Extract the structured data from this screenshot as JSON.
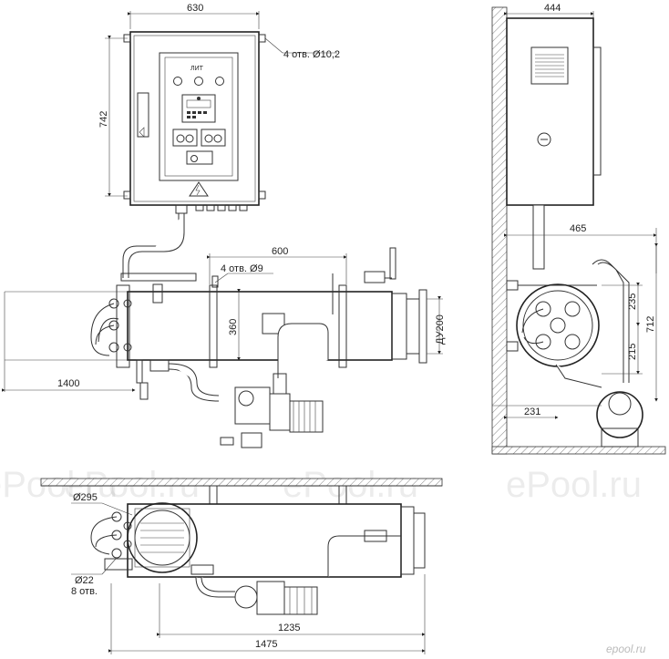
{
  "dimensions": {
    "cabinet_width": "630",
    "cabinet_height": "742",
    "cabinet_holes": "4 отв. Ø10,2",
    "side_width": "444",
    "side_depth": "465",
    "side_upper": "235",
    "side_lower": "215",
    "side_total": "712",
    "side_floor": "231",
    "chamber_length": "600",
    "chamber_holes": "4 отв. Ø9",
    "chamber_height": "360",
    "flange": "ДУ200",
    "front_length": "1400",
    "plan_diameter": "Ø295",
    "plan_holes_diameter": "Ø22",
    "plan_holes_count": "8 отв.",
    "plan_inner_length": "1235",
    "plan_total_length": "1475"
  },
  "panel": {
    "logo": "ЛИТ"
  },
  "watermarks": [
    "ePool.ru",
    "ePool.ru",
    "ePool.ru",
    "ePool.ru"
  ],
  "brand": "epool.ru"
}
